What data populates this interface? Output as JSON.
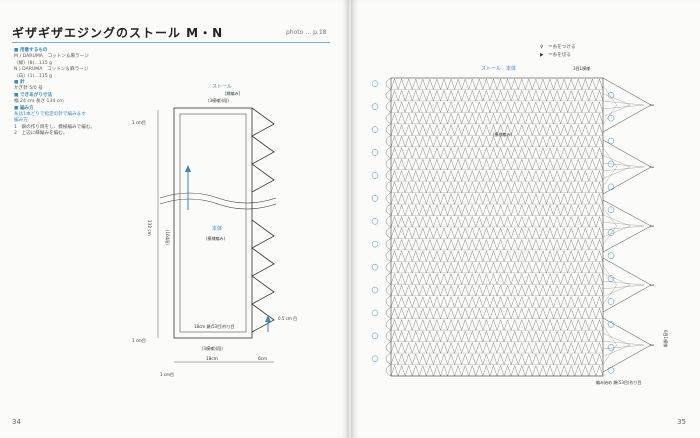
{
  "title": "ギザギザエジングのストール M・N",
  "photo_ref": "photo … p.18",
  "page_numbers": {
    "left": "34",
    "right": "35"
  },
  "materials": [
    {
      "type": "head",
      "text": "■ 用意するもの"
    },
    {
      "type": "line",
      "text": "M ) DARUMA　コットン＆麻ラージ"
    },
    {
      "type": "line",
      "text": "〈緑〉(8)…115 g"
    },
    {
      "type": "line",
      "text": "N ) DARUMA　コットン＆麻ラージ"
    },
    {
      "type": "line",
      "text": "〈白〉(1)…115 g"
    },
    {
      "type": "head",
      "text": "■ 針"
    },
    {
      "type": "line",
      "text": "かぎ針 5/0 号"
    },
    {
      "type": "head",
      "text": "■ できあがり寸法"
    },
    {
      "type": "line",
      "text": "幅 24 cm 長さ 134 cm"
    },
    {
      "type": "head",
      "text": "■ 編み方"
    },
    {
      "type": "blue",
      "text": "糸は1本どりで指定の針で編みます"
    },
    {
      "type": "blue",
      "text": "編み方"
    },
    {
      "type": "line",
      "text": "1　鎖の作り目をし、模様編みで編む。"
    },
    {
      "type": "line",
      "text": "2　上辺に縁編みを編む。"
    }
  ],
  "schematic": {
    "label_stole": "ストール",
    "label_edging": "[縁編み]",
    "label_top_pattern": "(3模様)(段)",
    "label_body": "本体",
    "label_pattern": "(模様編み)",
    "label_length": "132 cm",
    "label_rows": "(164段)",
    "label_top_margin": "1 cm目",
    "label_bottom_margin": "1 cm目",
    "label_base": "18cm 鎖(53目)作り目",
    "label_base2": "(3模様)(段)",
    "label_width_body": "18cm",
    "label_width_edge": "6cm",
    "label_corner": "0.5 cm 目",
    "label_side_bottom": "1 cm目"
  },
  "chart": {
    "label_title": "ストール　本体",
    "label_right_top": "3目1模様",
    "label_mid": "(模様編み)",
    "label_bottom": "編み始め 鎖(53目)作り目",
    "label_side": "6目1模様",
    "legend": [
      {
        "sym": "♀",
        "text": "＝糸をつける"
      },
      {
        "sym": "▶",
        "text": "＝糸を切る"
      }
    ]
  }
}
